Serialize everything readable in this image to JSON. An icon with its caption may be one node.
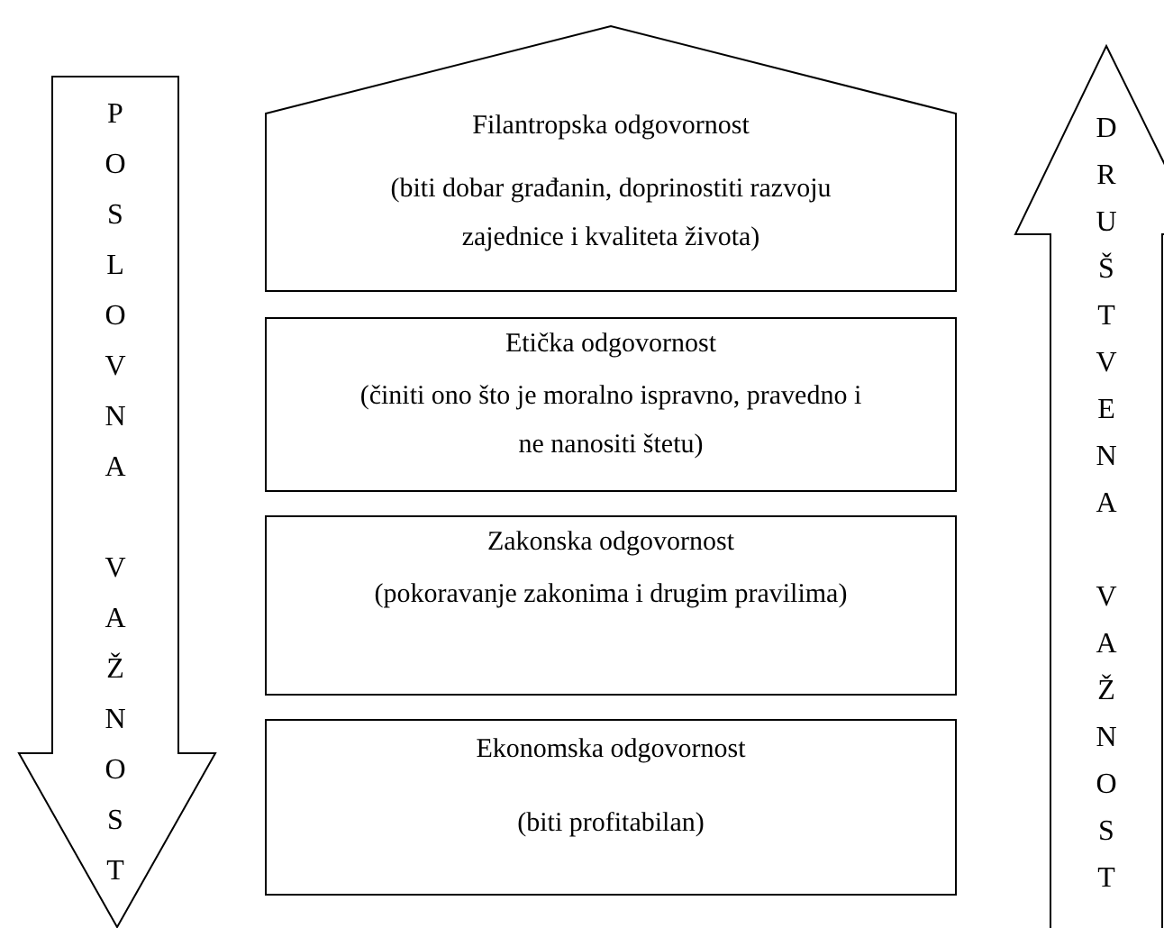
{
  "diagram": {
    "nodes": [
      {
        "text": [
          "POSLOVNA VAŽNOST"
        ]
      },
      {
        "text": [
          "Filantropska odgovornost",
          "(biti dobar građanin, doprinostiti razvoju zajednice i kvaliteta života)"
        ]
      },
      {
        "text": [
          "Etička odgovornost",
          "(činiti ono što je moralno ispravno, pravedno i ne nanositi štetu)"
        ]
      },
      {
        "text": [
          "Zakonska odgovornost",
          "(pokoravanje zakonima i drugim pravilima)"
        ]
      },
      {
        "text": [
          "Ekonomska odgovornost",
          "(biti profitabilan)"
        ]
      },
      {
        "text": [
          "DRUŠTVENA VAŽNOST"
        ]
      }
    ]
  }
}
